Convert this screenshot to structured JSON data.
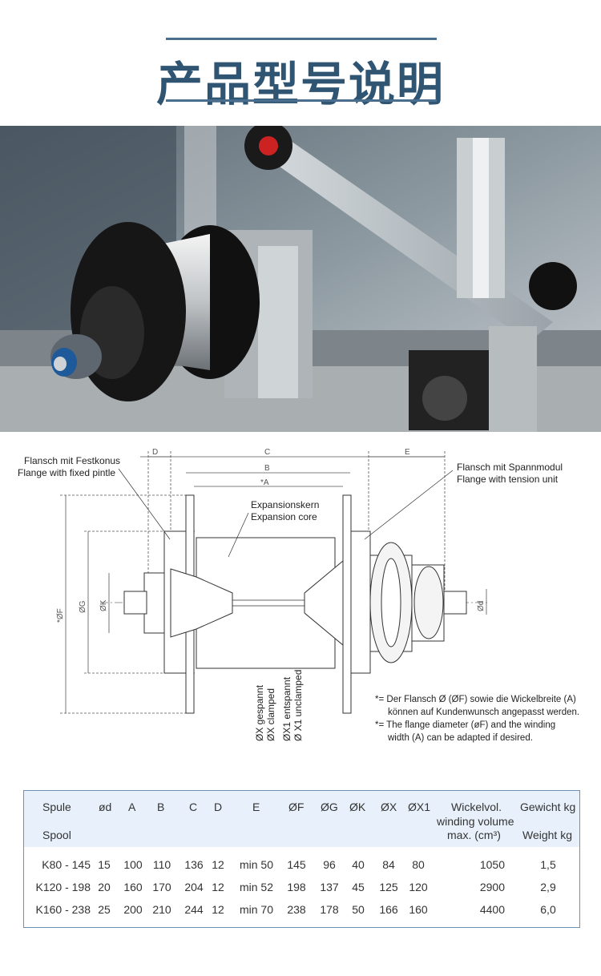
{
  "header": {
    "title": "产品型号说明"
  },
  "drawing": {
    "labels": {
      "flange_fixed_de": "Flansch mit Festkonus",
      "flange_fixed_en": "Flange with fixed pintle",
      "flange_tension_de": "Flansch mit Spannmodul",
      "flange_tension_en": "Flange with tension unit",
      "core_de": "Expansionskern",
      "core_en": "Expansion core",
      "x_de": "ØX gespannt",
      "x_en": "ØX clamped",
      "x1_de": "ØX1 entspannt",
      "x1_en": "Ø X1 unclamped"
    },
    "dims": {
      "d": "D",
      "c": "C",
      "b": "B",
      "a": "*A",
      "e": "E",
      "f": "*ØF",
      "g": "ØG",
      "k": "ØK",
      "dd": "Ød"
    },
    "notes": [
      "*= Der Flansch Ø (ØF) sowie die Wickelbreite (A)",
      "können auf Kundenwunsch angepasst werden.",
      "*= The flange diameter (øF) and the winding",
      "width (A) can be adapted if desired."
    ]
  },
  "table": {
    "headers": {
      "spule": "Spule",
      "spool": "Spool",
      "od": "ød",
      "a": "A",
      "b": "B",
      "c": "C",
      "d": "D",
      "e": "E",
      "of": "ØF",
      "og": "ØG",
      "ok": "ØK",
      "ox": "ØX",
      "ox1": "ØX1",
      "vol1": "Wickelvol.",
      "vol2": "winding volume",
      "vol3": "max. (cm³)",
      "w1": "Gewicht kg",
      "w2": "Weight kg"
    },
    "rows": [
      [
        "K80 - 145",
        "15",
        "100",
        "110",
        "136",
        "12",
        "min 50",
        "145",
        "96",
        "40",
        "84",
        "80",
        "1050",
        "1,5"
      ],
      [
        "K120 - 198",
        "20",
        "160",
        "170",
        "204",
        "12",
        "min 52",
        "198",
        "137",
        "45",
        "125",
        "120",
        "2900",
        "2,9"
      ],
      [
        "K160 - 238",
        "25",
        "200",
        "210",
        "244",
        "12",
        "min 70",
        "238",
        "178",
        "50",
        "166",
        "160",
        "4400",
        "6,0"
      ]
    ]
  }
}
